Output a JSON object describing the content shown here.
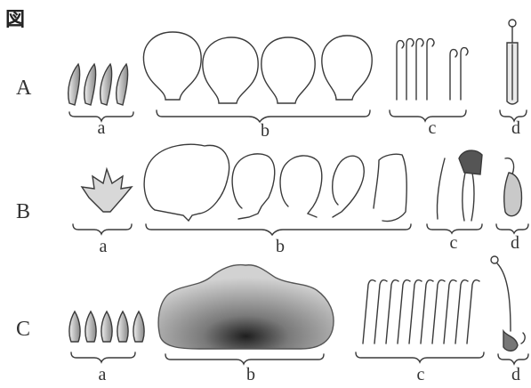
{
  "figure": {
    "label": "図"
  },
  "rows": [
    {
      "label": "A",
      "parts": [
        "a",
        "b",
        "c",
        "d"
      ]
    },
    {
      "label": "B",
      "parts": [
        "a",
        "b",
        "c",
        "d"
      ]
    },
    {
      "label": "C",
      "parts": [
        "a",
        "b",
        "c",
        "d"
      ]
    }
  ],
  "colors": {
    "ink": "#3a3a3a",
    "shade": "#8a8a8a"
  }
}
